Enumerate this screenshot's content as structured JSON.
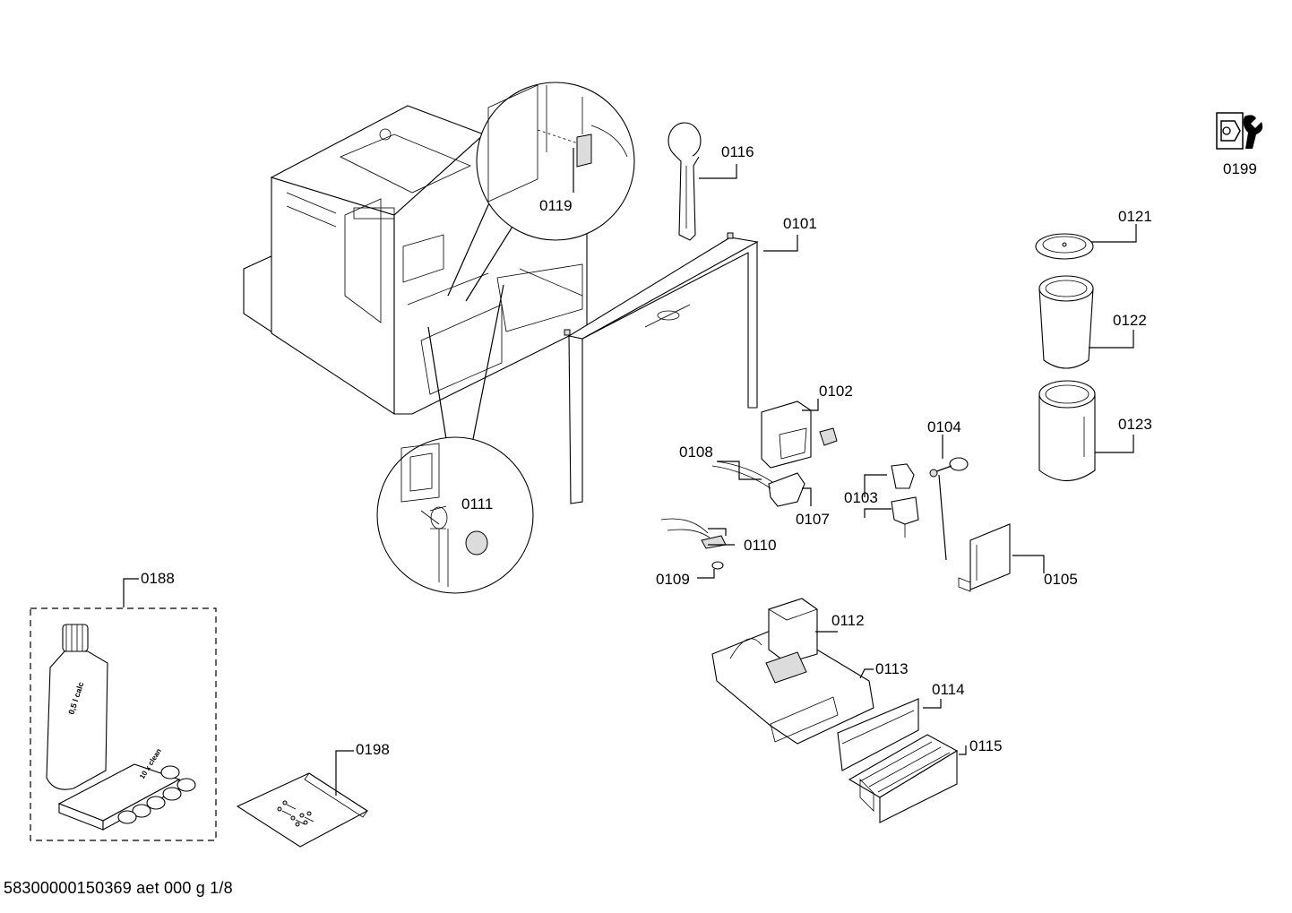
{
  "footer_text": "58300000150369 aet 000 g 1/8",
  "bottle_label": "0,5 l calc",
  "box_label": "10 x clean",
  "parts": [
    {
      "id": "p0101",
      "label": "0101"
    },
    {
      "id": "p0102",
      "label": "0102"
    },
    {
      "id": "p0103",
      "label": "0103"
    },
    {
      "id": "p0104",
      "label": "0104"
    },
    {
      "id": "p0105",
      "label": "0105"
    },
    {
      "id": "p0107",
      "label": "0107"
    },
    {
      "id": "p0108",
      "label": "0108"
    },
    {
      "id": "p0109",
      "label": "0109"
    },
    {
      "id": "p0110",
      "label": "0110"
    },
    {
      "id": "p0111",
      "label": "0111"
    },
    {
      "id": "p0112",
      "label": "0112"
    },
    {
      "id": "p0113",
      "label": "0113"
    },
    {
      "id": "p0114",
      "label": "0114"
    },
    {
      "id": "p0115",
      "label": "0115"
    },
    {
      "id": "p0116",
      "label": "0116"
    },
    {
      "id": "p0119",
      "label": "0119"
    },
    {
      "id": "p0121",
      "label": "0121"
    },
    {
      "id": "p0122",
      "label": "0122"
    },
    {
      "id": "p0123",
      "label": "0123"
    },
    {
      "id": "p0188",
      "label": "0188"
    },
    {
      "id": "p0198",
      "label": "0198"
    },
    {
      "id": "p0199",
      "label": "0199"
    }
  ]
}
